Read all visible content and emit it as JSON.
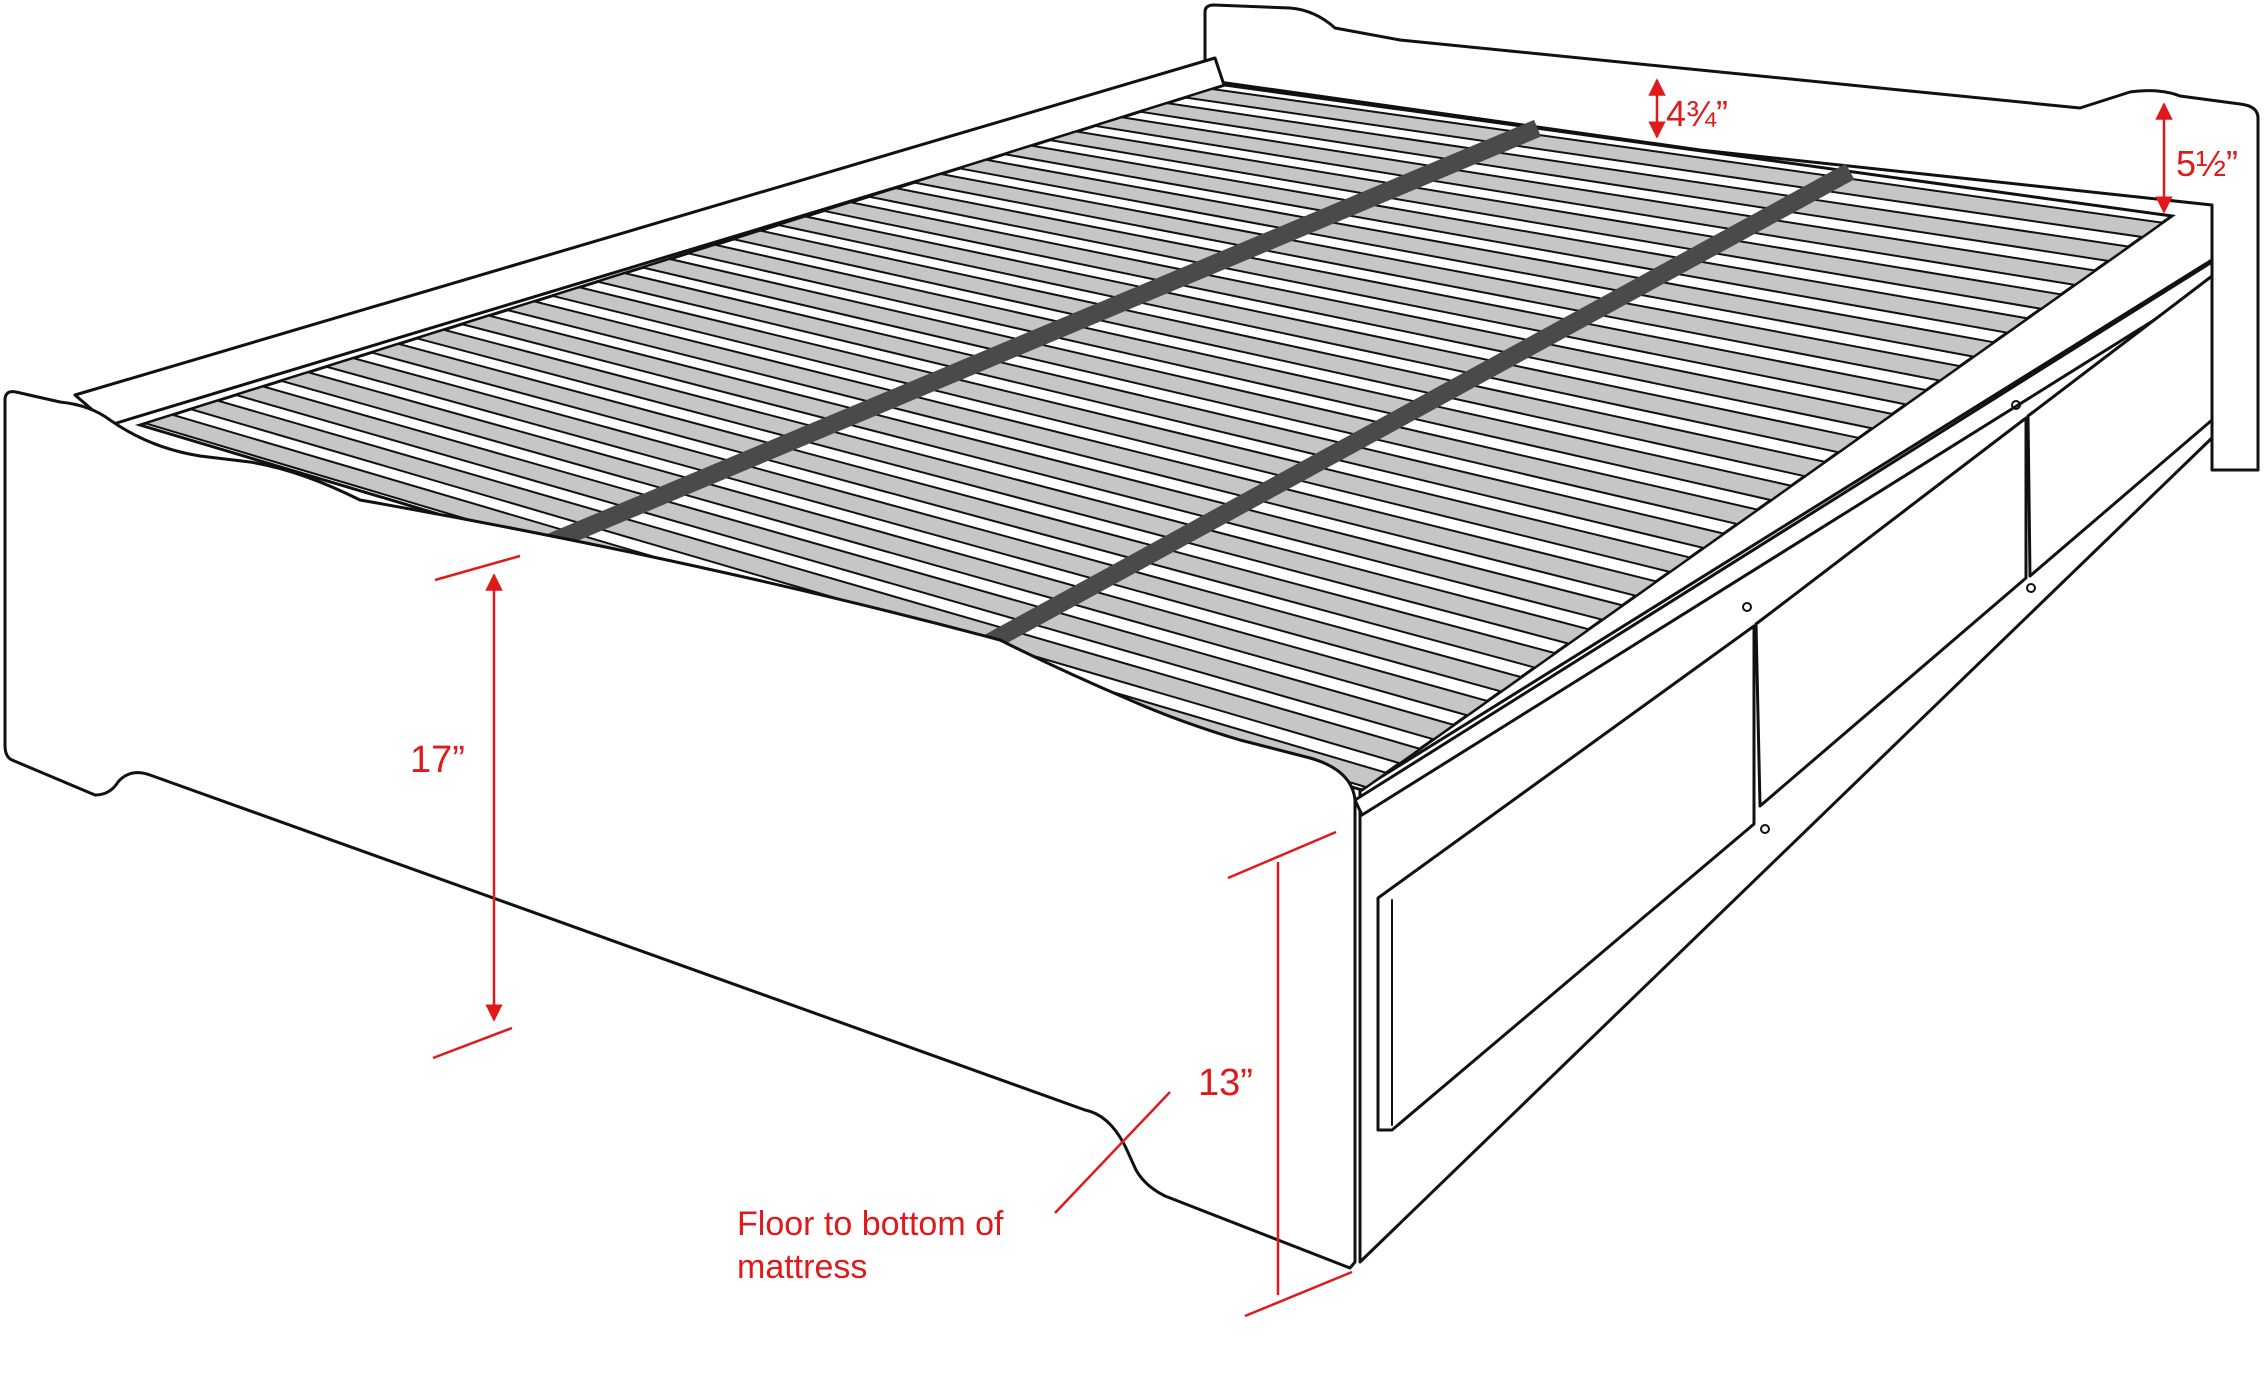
{
  "colors": {
    "annotation": "#e0191b",
    "outline": "#111111",
    "slat_fill": "#c6c6c6",
    "slat_dark": "#4a4a4a",
    "background": "#ffffff"
  },
  "dimensions": {
    "headboard_height": "4¾”",
    "footboard_end_height": "5½”",
    "bed_height": "17”",
    "mattress_clearance": "13”"
  },
  "annotation": {
    "line1": "Floor to bottom of",
    "line2": "mattress"
  },
  "diagram": {
    "slat_count": 24,
    "drawer_count": 3
  }
}
